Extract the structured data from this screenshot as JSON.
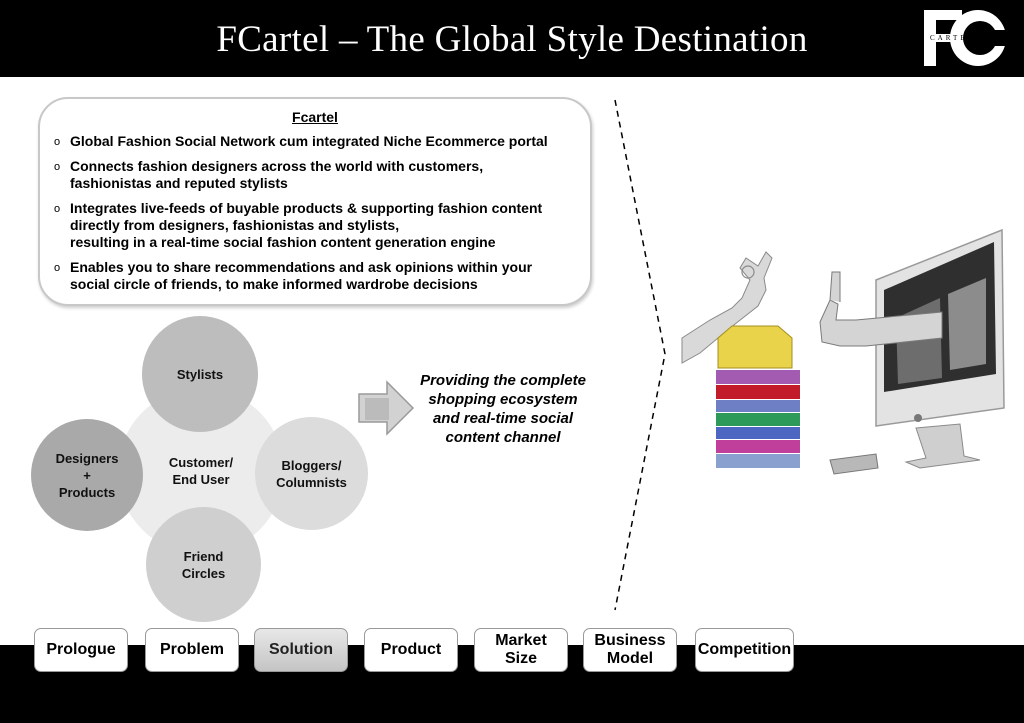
{
  "header": {
    "title": "FCartel – The Global Style Destination",
    "logo_text": "CARTEL"
  },
  "infobox": {
    "title": "Fcartel",
    "bullets": [
      "Global Fashion Social Network cum integrated Niche Ecommerce portal",
      "Connects fashion designers across the world with customers,\nfashionistas and reputed stylists",
      "Integrates live-feeds of buyable products & supporting fashion content\ndirectly from designers, fashionistas and stylists,\nresulting in a real-time social fashion content generation engine",
      "Enables you to share recommendations and ask opinions within your\nsocial circle of friends, to make informed wardrobe decisions"
    ]
  },
  "ecosystem": {
    "center": "Customer/\nEnd User",
    "top": "Stylists",
    "left": "Designers\n+\nProducts",
    "right": "Bloggers/\nColumnists",
    "bottom": "Friend\nCircles"
  },
  "tagline": "Providing the complete\nshopping ecosystem\nand real-time social\ncontent channel",
  "icons": {
    "bullet": "circle-bullet-icon",
    "arrow": "right-arrow-icon",
    "logo": "fc-logo-icon"
  },
  "nav": {
    "active": "Solution",
    "buttons": [
      "Prologue",
      "Problem",
      "Solution",
      "Product",
      "Market\nSize",
      "Business\nModel",
      "Competition"
    ]
  },
  "colors": {
    "bar": "#000000",
    "circle_center": "#ececec",
    "circle_top": "#bdbdbd",
    "circle_left": "#a9a9a9",
    "circle_right": "#dcdcdc",
    "circle_bottom": "#cfcfcf"
  }
}
